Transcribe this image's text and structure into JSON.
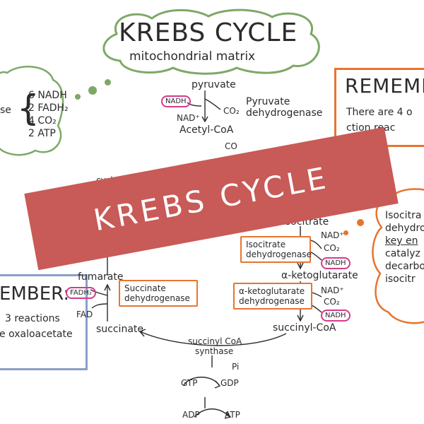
{
  "title": {
    "main": "KREBS CYCLE",
    "subtitle": "mitochondrial matrix"
  },
  "summary_cloud": {
    "prefix": "se",
    "items": [
      "6 NADH",
      "2 FADH₂",
      "4 CO₂",
      "2 ATP"
    ]
  },
  "remember_right": {
    "heading": "REMEMB",
    "line1": "There are 4 o",
    "line2": "ction reac"
  },
  "remember_left": {
    "heading": "EMBER:",
    "line1": "3 reactions",
    "line2": "e oxaloacetate"
  },
  "right_cloud": {
    "lines": [
      "Isocitra",
      "dehydro",
      "key en",
      "catalyz",
      "decarbo",
      "isocitr"
    ]
  },
  "pathway": {
    "pyruvate": "pyruvate",
    "nadh": "NADH",
    "nad_plus": "NAD⁺",
    "co2": "CO₂",
    "pyruvate_enzyme": "Pyruvate dehydrogenase",
    "acetyl_coa": "Acetyl-CoA",
    "co2_partial": "CO",
    "cyc_partial": "cycl",
    "isocitrate": "isocitrate",
    "isocitrate_enzyme": "Isocitrate dehydrogenase",
    "iso_nad": "NAD⁺",
    "iso_co2": "CO₂",
    "iso_nadh": "NADH",
    "akg": "α-ketoglutarate",
    "akg_enzyme": "α-ketoglutarate dehydrogenase",
    "akg_nad": "NAD⁺",
    "akg_co2": "CO₂",
    "akg_nadh": "NADH",
    "succinyl_coa": "succinyl-CoA",
    "sc_enzyme_1": "succinyl CoA",
    "sc_enzyme_2": "synthase",
    "gtp": "GTP",
    "gdp": "GDP",
    "pi": "Pi",
    "adp": "ADP",
    "atp": "ATP",
    "succinate": "succinate",
    "succinate_enzyme": "Succinate dehydrogenase",
    "fad": "FAD",
    "fadh2": "FADH₂",
    "fumarate": "fumarate"
  },
  "banner": {
    "text": "KREBS CYCLE",
    "color": "#c85a57"
  },
  "colors": {
    "cloud_green": "#7ea868",
    "orange": "#e8742e",
    "pink": "#d63a8d",
    "blue_box": "#8aa0c8"
  }
}
